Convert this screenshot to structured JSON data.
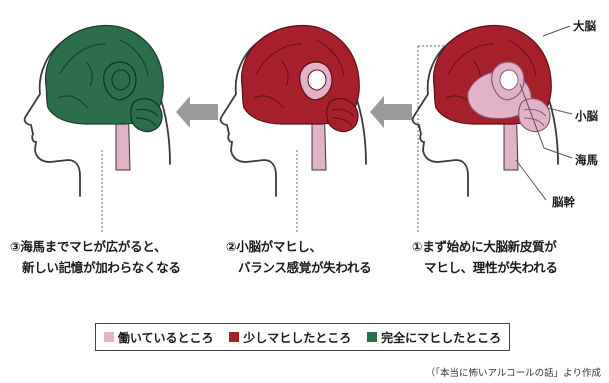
{
  "colors": {
    "working": "#e2b2c8",
    "partial": "#a6202b",
    "complete": "#2c6d4c",
    "outline": "#3a3a3a",
    "arrow": "#9a9a9a"
  },
  "labels": {
    "cerebrum": "大脳",
    "cerebellum": "小脳",
    "hippocampus": "海馬",
    "brainstem": "脳幹"
  },
  "stages": [
    {
      "lines": [
        "③海馬までマヒが広がると、",
        "新しい記憶が加わらなくなる"
      ]
    },
    {
      "lines": [
        "②小脳がマヒし、",
        "バランス感覚が失われる"
      ]
    },
    {
      "lines": [
        "①まず始めに大脳新皮質が",
        "マヒし、理性が失われる"
      ]
    }
  ],
  "legend": [
    {
      "label": "働いているところ",
      "color": "#e2b2c8"
    },
    {
      "label": "少しマヒしたところ",
      "color": "#a6202b"
    },
    {
      "label": "完全にマヒしたところ",
      "color": "#2c6d4c"
    }
  ],
  "source": "（「本当に怖いアルコールの話」より作成"
}
